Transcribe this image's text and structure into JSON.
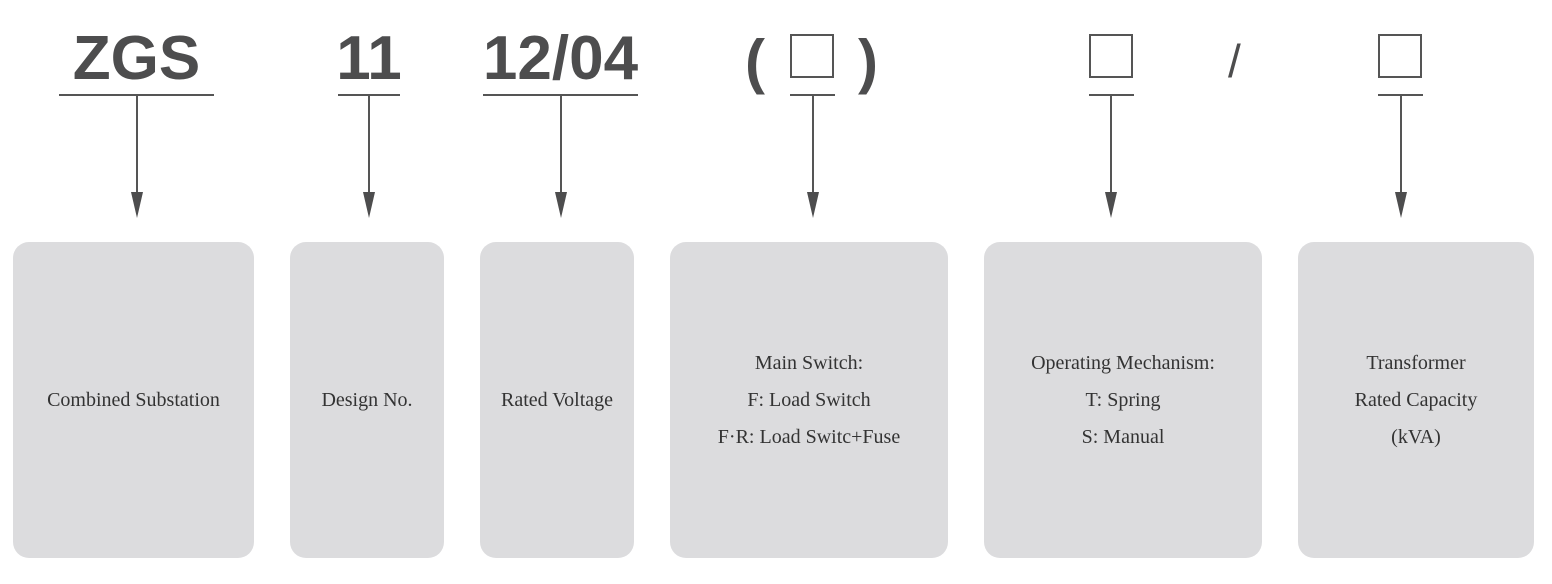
{
  "code_parts": {
    "product": "ZGS",
    "design": "11",
    "voltage": "12/04",
    "paren_open": "(",
    "paren_close": ")",
    "slash": "/"
  },
  "boxes": {
    "combined_substation": {
      "line1": "Combined Substation"
    },
    "design_no": {
      "line1": "Design No."
    },
    "rated_voltage": {
      "line1": "Rated Voltage"
    },
    "main_switch": {
      "line1": "Main Switch:",
      "line2": "F: Load Switch",
      "line3": "F·R: Load Switc+Fuse"
    },
    "operating_mechanism": {
      "line1": "Operating Mechanism:",
      "line2": "T: Spring",
      "line3": "S: Manual"
    },
    "transformer_capacity": {
      "line1": "Transformer",
      "line2": "Rated Capacity",
      "line3": "(kVA)"
    }
  },
  "colors": {
    "text_dark": "#4d4d4e",
    "box_fill": "#dcdcde",
    "line": "#555555"
  }
}
